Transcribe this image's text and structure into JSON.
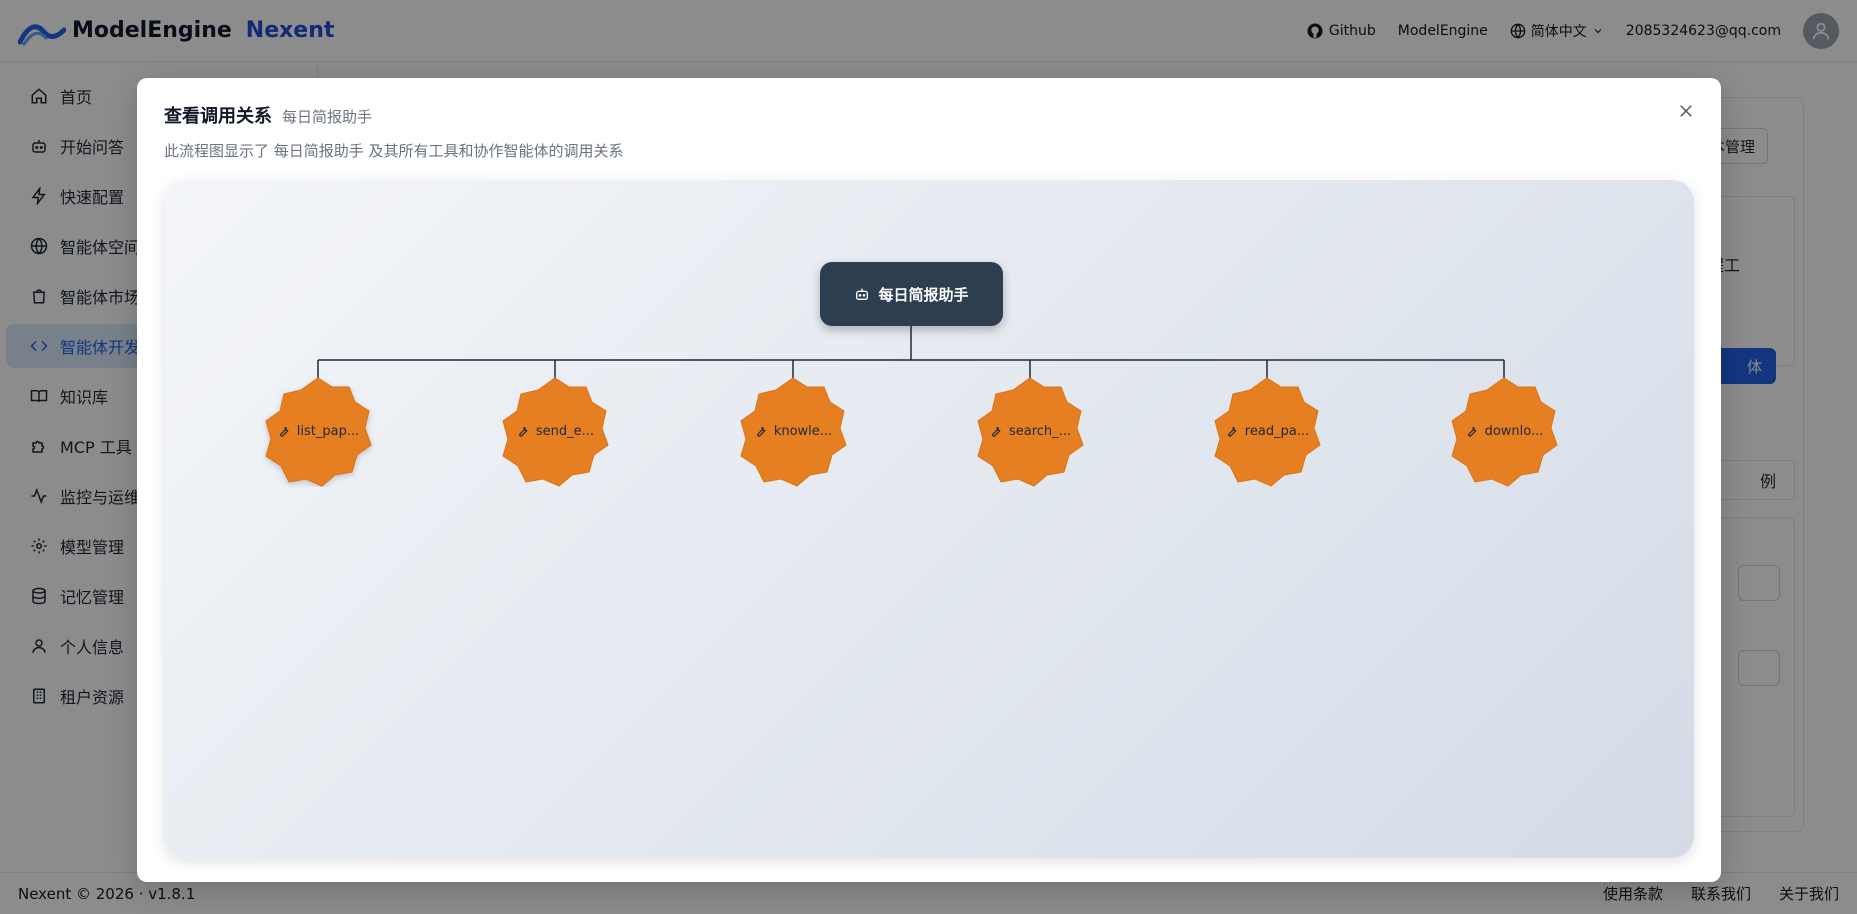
{
  "header": {
    "logo_text": "ModelEngine",
    "product_text": "Nexent",
    "links": {
      "github": "Github",
      "modelengine": "ModelEngine",
      "language": "简体中文",
      "user_email": "2085324623@qq.com"
    },
    "icons": [
      "github-icon",
      "globe-icon",
      "chevron-down-icon",
      "user-avatar-icon"
    ]
  },
  "sidebar": {
    "items": [
      {
        "label": "首页",
        "icon": "home-icon"
      },
      {
        "label": "开始问答",
        "icon": "bot-icon"
      },
      {
        "label": "快速配置",
        "icon": "zap-icon"
      },
      {
        "label": "智能体空间",
        "icon": "globe-icon"
      },
      {
        "label": "智能体市场",
        "icon": "bag-icon"
      },
      {
        "label": "智能体开发",
        "icon": "code-icon",
        "active": true
      },
      {
        "label": "知识库",
        "icon": "book-icon"
      },
      {
        "label": "MCP 工具",
        "icon": "puzzle-icon"
      },
      {
        "label": "监控与运维",
        "icon": "activity-icon"
      },
      {
        "label": "模型管理",
        "icon": "gear-icon"
      },
      {
        "label": "记忆管理",
        "icon": "database-icon"
      },
      {
        "label": "个人信息",
        "icon": "user-icon"
      },
      {
        "label": "租户资源",
        "icon": "building-icon"
      }
    ]
  },
  "background": {
    "btn_label": "本管理",
    "text_fragment": "程工",
    "blue_btn_label": "体",
    "tab_label": "例"
  },
  "modal": {
    "title": "查看调用关系",
    "subtitle": "每日简报助手",
    "description": "此流程图显示了 每日简报助手 及其所有工具和协作智能体的调用关系",
    "root": {
      "label": "每日简报助手",
      "icon": "bot-icon"
    },
    "tools": [
      {
        "label": "list_pap...",
        "icon": "wrench-icon"
      },
      {
        "label": "send_e...",
        "icon": "wrench-icon"
      },
      {
        "label": "knowle...",
        "icon": "wrench-icon"
      },
      {
        "label": "search_...",
        "icon": "wrench-icon"
      },
      {
        "label": "read_pa...",
        "icon": "wrench-icon"
      },
      {
        "label": "downlo...",
        "icon": "wrench-icon"
      }
    ],
    "colors": {
      "root": "#2d3e50",
      "tool": "#e67e22",
      "canvas_start": "#f3f5f8",
      "canvas_end": "#d3dbe6"
    }
  },
  "footer": {
    "copyright": "Nexent © 2026 · v1.8.1",
    "links": [
      "使用条款",
      "联系我们",
      "关于我们"
    ]
  }
}
